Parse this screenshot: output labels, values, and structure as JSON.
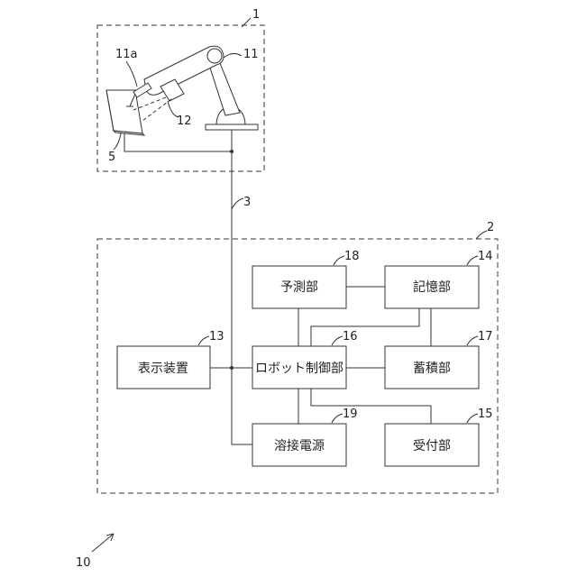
{
  "labels": {
    "robot_unit": "1",
    "controller_unit": "2",
    "cable": "3",
    "workpiece": "5",
    "system": "10",
    "robot_arm": "11",
    "torch": "11a",
    "sensor": "12"
  },
  "blocks": {
    "prediction": {
      "text": "予測部",
      "num": "18"
    },
    "storage": {
      "text": "記憶部",
      "num": "14"
    },
    "display": {
      "text": "表示装置",
      "num": "13"
    },
    "robot_control": {
      "text": "ロボット制御部",
      "num": "16"
    },
    "accumulation": {
      "text": "蓄積部",
      "num": "17"
    },
    "welding_power": {
      "text": "溶接電源",
      "num": "19"
    },
    "reception": {
      "text": "受付部",
      "num": "15"
    }
  }
}
